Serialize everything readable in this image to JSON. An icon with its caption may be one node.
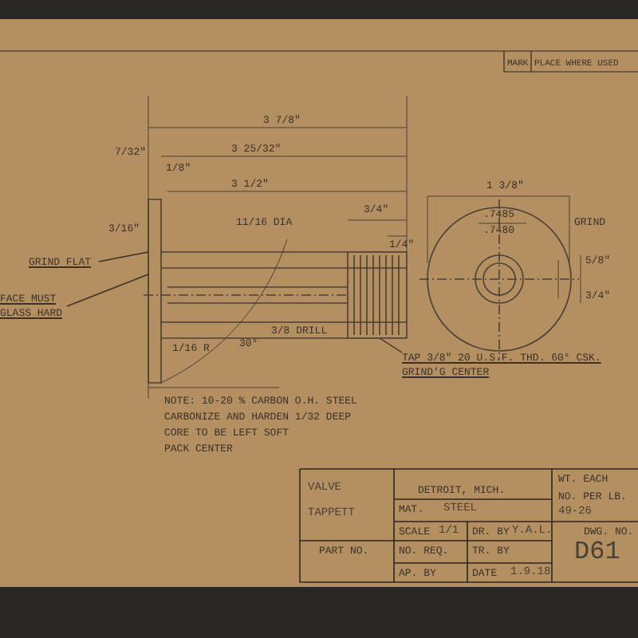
{
  "diagram": {
    "nodes": [
      {
        "text": [
          "GRIND FLAT"
        ]
      },
      {
        "text": [
          "FACE MUST GLASS HARD"
        ]
      },
      {
        "text": [
          "TAP 3/8\" 20 U.S.F. THD. 60° CSK. GRIND'G CENTER"
        ]
      },
      {
        "text": [],
        "shape": "picture"
      },
      {
        "text": [],
        "shape": "box"
      }
    ],
    "edges": [
      {
        "from": 0,
        "to": 3,
        "arrow": "none"
      },
      {
        "from": 1,
        "to": 3,
        "arrow": "none"
      },
      {
        "from": 2,
        "to": 4,
        "arrow": "none"
      }
    ],
    "labels": [
      "MARK",
      "PLACE WHERE USED",
      "3 7/8\"",
      "7/32\"",
      "3 25/32\"",
      "1/8\"",
      "3 1/2\"",
      "3/16\"",
      "11/16 DIA",
      "1 3/8\"",
      ".7485",
      ".7480",
      "GRIND",
      "3/4\"",
      "1/4\"",
      "1/16 R",
      "30°",
      "3/8 DRILL",
      "5/8\"",
      "3/4\"",
      "NOTE: 10-20 % CARBON O.H. STEEL",
      "CARBONIZE AND HARDEN 1/32 DEEP",
      "CORE TO BE LEFT SOFT",
      "PACK CENTER",
      "VALVE",
      "DETROIT, MICH.",
      "WT. EACH",
      "NO. PER LB.",
      "TAPPETT",
      "MAT.",
      "STEEL",
      "49-26",
      "SCALE",
      "1/1",
      "DR. BY",
      "Y.A.L.",
      "DWG. NO.",
      "PART NO.",
      "NO. REQ.",
      "TR. BY",
      "D61",
      "AP. BY",
      "DATE",
      "1.9.18"
    ]
  }
}
